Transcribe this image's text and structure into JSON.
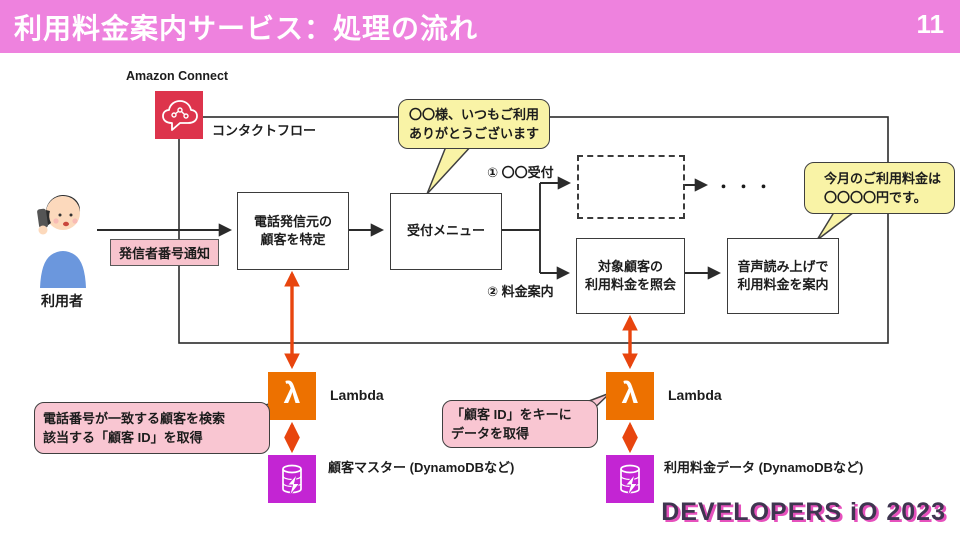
{
  "header": {
    "title": "利用料金案内サービス：処理の流れ",
    "page": "11"
  },
  "labels": {
    "amazon_connect": "Amazon Connect",
    "contact_flow": "コンタクトフロー",
    "user": "利用者",
    "caller_id_notice": "発信者番号通知",
    "branch1": "① 〇〇受付",
    "branch2": "② 料金案内",
    "ellipsis": "・・・",
    "lambda": "Lambda",
    "customer_master": "顧客マスター\n(DynamoDBなど)",
    "usage_fee_data": "利用料金データ\n(DynamoDBなど)"
  },
  "boxes": {
    "identify_caller": "電話発信元の\n顧客を特定",
    "reception_menu": "受付メニュー",
    "query_fee": "対象顧客の\n利用料金を照会",
    "voice_readout": "音声読み上げで\n利用料金を案内"
  },
  "bubbles": {
    "greeting": "〇〇様、いつもご利用\nありがとうございます",
    "fee_announce": "今月のご利用料金は\n〇〇〇〇円です。",
    "lambda_left_note": "電話番号が一致する顧客を検索\n該当する「顧客 ID」を取得",
    "lambda_right_note": "「顧客 ID」をキーに\nデータを取得"
  },
  "icons": {
    "lambda_glyph": "λ"
  },
  "colors": {
    "header_bg": "#ee82de",
    "connect_red": "#dd344c",
    "lambda_orange": "#ed7100",
    "dynamo_magenta": "#c325d3",
    "arrow_orange": "#e8450e",
    "bubble_yellow": "#f9f3a6",
    "note_pink": "#f9c6d2"
  },
  "footer": {
    "logo": "DEVELOPERS iO 2023"
  }
}
